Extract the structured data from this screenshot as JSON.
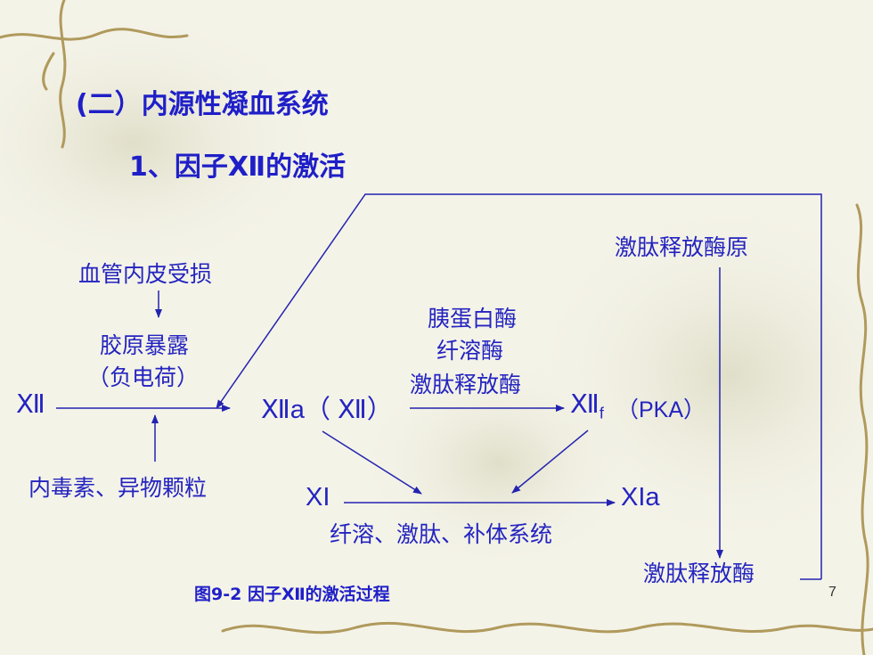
{
  "slide": {
    "section_title": "(二）内源性凝血系统",
    "subtitle": "1、因子Ⅻ的激活",
    "caption": "图9-2 因子Ⅻ的激活过程",
    "page_number": "7"
  },
  "diagram": {
    "vessel_damage": "血管内皮受损",
    "collagen_exposed": "胶原暴露",
    "negative_charge": "（负电荷）",
    "factor_xii": "Ⅻ",
    "factor_xiia": "Ⅻa（ Ⅻ）",
    "enzymes": [
      "胰蛋白酶",
      "纤溶酶",
      "激肽释放酶"
    ],
    "factor_xiif": "Ⅻ",
    "factor_xiif_sub": "f",
    "pka": "（PKA）",
    "endotoxin": "内毒素、异物颗粒",
    "factor_xi": "XI",
    "factor_xia": "XIa",
    "systems": "纤溶、激肽、补体系统",
    "prekallikrein": "激肽释放酶原",
    "kallikrein": "激肽释放酶"
  },
  "colors": {
    "text": "#2424c0",
    "title": "#1f1fc8",
    "line": "#2323b0"
  }
}
